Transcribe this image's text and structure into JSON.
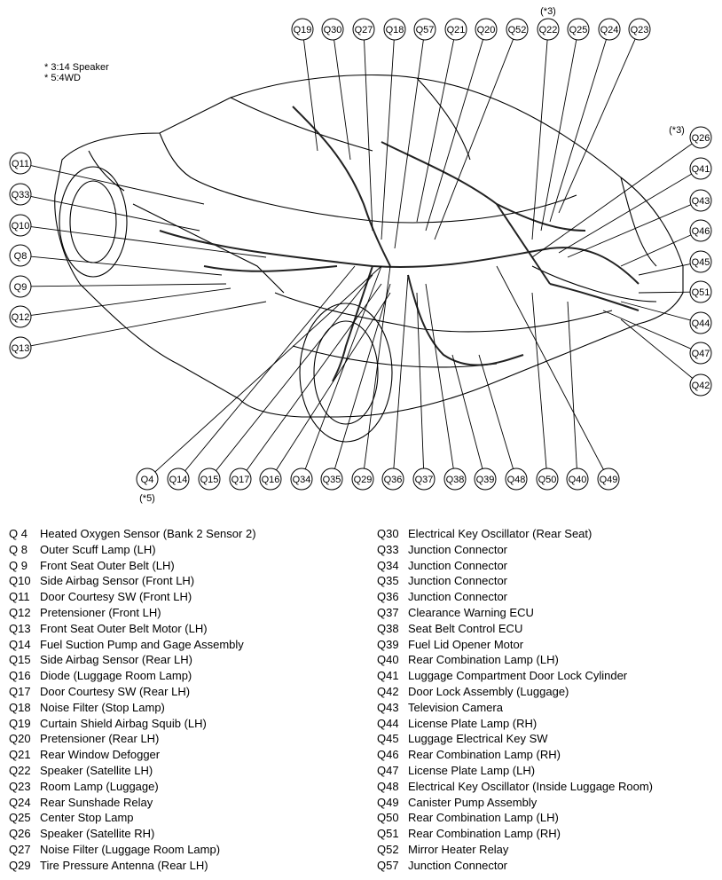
{
  "notes": [
    "* 3:14 Speaker",
    "* 5:4WD"
  ],
  "markers": {
    "q22_mark": "(*3)",
    "q26_mark": "(*3)",
    "q4_mark": "(*5)"
  },
  "callouts_top": [
    "Q19",
    "Q30",
    "Q27",
    "Q18",
    "Q57",
    "Q21",
    "Q20",
    "Q52",
    "Q22",
    "Q25",
    "Q24",
    "Q23"
  ],
  "callouts_left": [
    "Q11",
    "Q33",
    "Q10",
    "Q8",
    "Q9",
    "Q12",
    "Q13"
  ],
  "callouts_right": [
    "Q26",
    "Q41",
    "Q43",
    "Q46",
    "Q45",
    "Q51",
    "Q44",
    "Q47",
    "Q42"
  ],
  "callouts_bottom": [
    "Q4",
    "Q14",
    "Q15",
    "Q17",
    "Q16",
    "Q34",
    "Q35",
    "Q29",
    "Q36",
    "Q37",
    "Q38",
    "Q39",
    "Q48",
    "Q50",
    "Q40",
    "Q49"
  ],
  "legend_left": [
    {
      "code": "Q 4",
      "desc": "Heated Oxygen Sensor (Bank 2 Sensor 2)"
    },
    {
      "code": "Q 8",
      "desc": "Outer Scuff Lamp (LH)"
    },
    {
      "code": "Q 9",
      "desc": "Front Seat Outer Belt (LH)"
    },
    {
      "code": "Q10",
      "desc": "Side Airbag Sensor (Front LH)"
    },
    {
      "code": "Q11",
      "desc": "Door Courtesy SW (Front LH)"
    },
    {
      "code": "Q12",
      "desc": "Pretensioner (Front LH)"
    },
    {
      "code": "Q13",
      "desc": "Front Seat Outer Belt Motor (LH)"
    },
    {
      "code": "Q14",
      "desc": "Fuel Suction Pump and Gage Assembly"
    },
    {
      "code": "Q15",
      "desc": "Side Airbag Sensor (Rear LH)"
    },
    {
      "code": "Q16",
      "desc": "Diode (Luggage Room Lamp)"
    },
    {
      "code": "Q17",
      "desc": "Door Courtesy SW (Rear LH)"
    },
    {
      "code": "Q18",
      "desc": "Noise Filter (Stop Lamp)"
    },
    {
      "code": "Q19",
      "desc": "Curtain Shield Airbag Squib (LH)"
    },
    {
      "code": "Q20",
      "desc": "Pretensioner (Rear LH)"
    },
    {
      "code": "Q21",
      "desc": "Rear Window Defogger"
    },
    {
      "code": "Q22",
      "desc": "Speaker (Satellite LH)"
    },
    {
      "code": "Q23",
      "desc": "Room Lamp (Luggage)"
    },
    {
      "code": "Q24",
      "desc": "Rear Sunshade Relay"
    },
    {
      "code": "Q25",
      "desc": "Center Stop Lamp"
    },
    {
      "code": "Q26",
      "desc": "Speaker (Satellite RH)"
    },
    {
      "code": "Q27",
      "desc": "Noise Filter (Luggage Room Lamp)"
    },
    {
      "code": "Q29",
      "desc": "Tire Pressure Antenna (Rear LH)"
    }
  ],
  "legend_right": [
    {
      "code": "Q30",
      "desc": "Electrical Key Oscillator (Rear Seat)"
    },
    {
      "code": "Q33",
      "desc": "Junction Connector"
    },
    {
      "code": "Q34",
      "desc": "Junction Connector"
    },
    {
      "code": "Q35",
      "desc": "Junction Connector"
    },
    {
      "code": "Q36",
      "desc": "Junction Connector"
    },
    {
      "code": "Q37",
      "desc": "Clearance Warning ECU"
    },
    {
      "code": "Q38",
      "desc": "Seat Belt Control ECU"
    },
    {
      "code": "Q39",
      "desc": "Fuel Lid Opener Motor"
    },
    {
      "code": "Q40",
      "desc": "Rear Combination Lamp (LH)"
    },
    {
      "code": "Q41",
      "desc": "Luggage Compartment Door Lock Cylinder"
    },
    {
      "code": "Q42",
      "desc": "Door Lock Assembly (Luggage)"
    },
    {
      "code": "Q43",
      "desc": "Television Camera"
    },
    {
      "code": "Q44",
      "desc": "License Plate Lamp (RH)"
    },
    {
      "code": "Q45",
      "desc": "Luggage Electrical Key SW"
    },
    {
      "code": "Q46",
      "desc": "Rear Combination Lamp (RH)"
    },
    {
      "code": "Q47",
      "desc": "License Plate Lamp (LH)"
    },
    {
      "code": "Q48",
      "desc": "Electrical Key Oscillator (Inside Luggage Room)"
    },
    {
      "code": "Q49",
      "desc": "Canister Pump Assembly"
    },
    {
      "code": "Q50",
      "desc": "Rear Combination Lamp (LH)"
    },
    {
      "code": "Q51",
      "desc": "Rear Combination Lamp (RH)"
    },
    {
      "code": "Q52",
      "desc": "Mirror Heater Relay"
    },
    {
      "code": "Q57",
      "desc": "Junction Connector"
    }
  ]
}
